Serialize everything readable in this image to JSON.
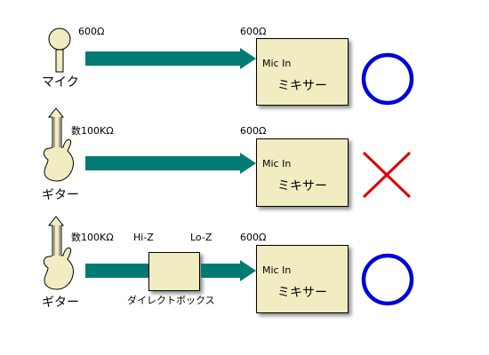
{
  "colors": {
    "arrow": "#007b73",
    "box_fill": "#f2ecc3",
    "ok_mark": "#0000dd",
    "ng_mark": "#e00000"
  },
  "rows": [
    {
      "source_label": "マイク",
      "source_impedance": "600Ω",
      "mixer_impedance": "600Ω",
      "mixer_input": "Mic In",
      "mixer_label": "ミキサー",
      "result": "ok"
    },
    {
      "source_label": "ギター",
      "source_impedance": "数100KΩ",
      "mixer_impedance": "600Ω",
      "mixer_input": "Mic In",
      "mixer_label": "ミキサー",
      "result": "ng"
    },
    {
      "source_label": "ギター",
      "source_impedance": "数100KΩ",
      "di_in_label": "Hi-Z",
      "di_out_label": "Lo-Z",
      "di_label": "ダイレクトボックス",
      "mixer_impedance": "600Ω",
      "mixer_input": "Mic In",
      "mixer_label": "ミキサー",
      "result": "ok"
    }
  ]
}
